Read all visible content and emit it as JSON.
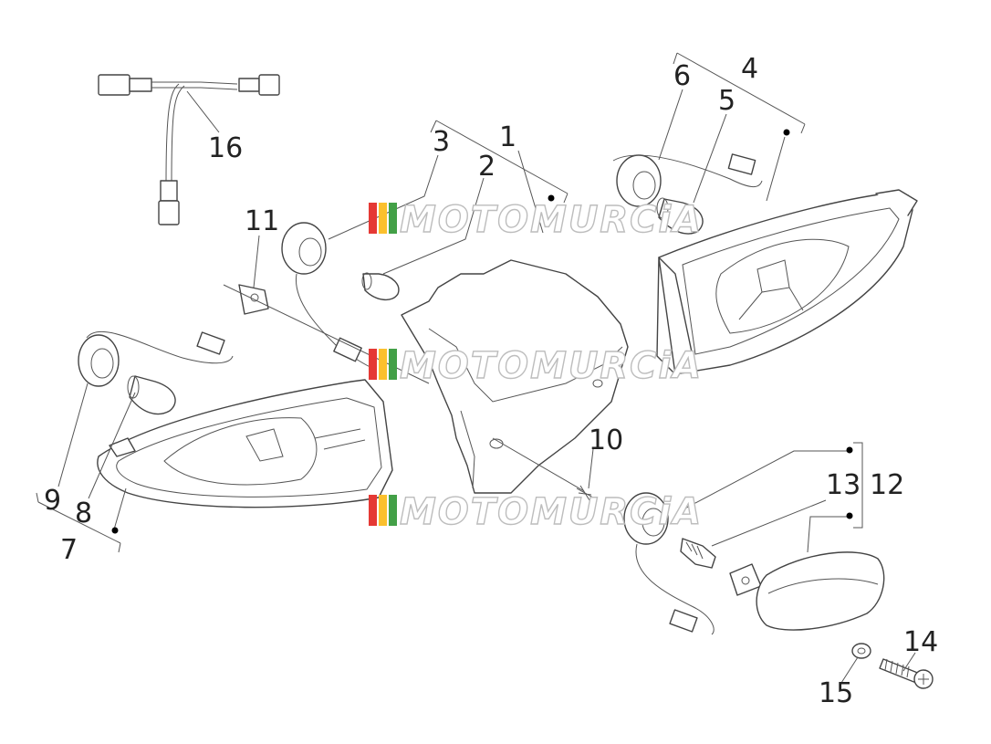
{
  "callouts": {
    "c1": "1",
    "c2": "2",
    "c3": "3",
    "c4": "4",
    "c5": "5",
    "c6": "6",
    "c7": "7",
    "c8": "8",
    "c9": "9",
    "c10": "10",
    "c11": "11",
    "c12": "12",
    "c13": "13",
    "c14": "14",
    "c15": "15",
    "c16": "16"
  },
  "watermark": {
    "text": "MOTOMURCiA",
    "stripe_colors": [
      "#e53935",
      "#fbc02d",
      "#43a047"
    ]
  }
}
